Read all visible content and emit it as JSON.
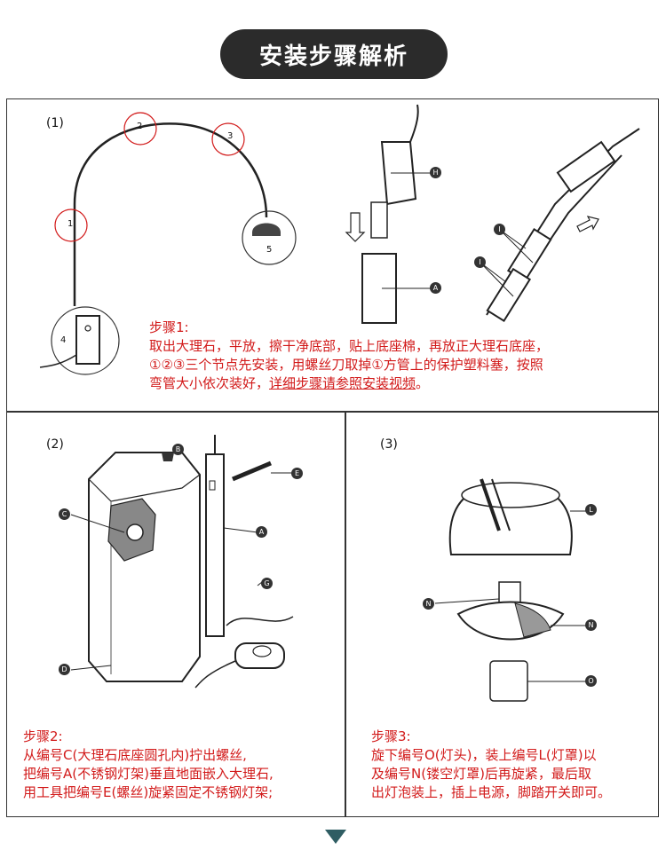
{
  "title": "安装步骤解析",
  "step1": {
    "number": "(1)",
    "heading": "步骤1:",
    "line1": "取出大理石，平放，擦干净底部，贴上底座棉，再放正大理石底座，",
    "line2": "①②③三个节点先安装，用螺丝刀取掉①方管上的保护塑料塞，按照",
    "line3_plain": "弯管大小依次装好，",
    "line3_link": "详细步骤请参照安装视频",
    "line3_end": "。",
    "diagram_labels": {
      "n1": "1",
      "n2": "2",
      "n3": "3",
      "n4": "4",
      "n5": "5",
      "H": "H",
      "A": "A",
      "I1": "I",
      "I2": "I"
    }
  },
  "step2": {
    "number": "(2)",
    "heading": "步骤2:",
    "line1": "从编号C(大理石底座圆孔内)拧出螺丝,",
    "line2": "把编号A(不锈钢灯架)垂直地面嵌入大理石,",
    "line3": "用工具把编号E(螺丝)旋紧固定不锈钢灯架;",
    "diagram_labels": {
      "B": "B",
      "C": "C",
      "D": "D",
      "A": "A",
      "E": "E",
      "G": "G"
    }
  },
  "step3": {
    "number": "(3)",
    "heading": "步骤3:",
    "line1": "旋下编号O(灯头)，装上编号L(灯罩)以",
    "line2": "及编号N(镂空灯罩)后再旋紧，最后取",
    "line3": "出灯泡装上，插上电源，脚踏开关即可。",
    "diagram_labels": {
      "L": "L",
      "N1": "N",
      "N2": "N",
      "O": "O"
    }
  },
  "colors": {
    "accent_red": "#d21a1a",
    "pill": "#2b2b2b",
    "arrow": "#2f5d63"
  }
}
